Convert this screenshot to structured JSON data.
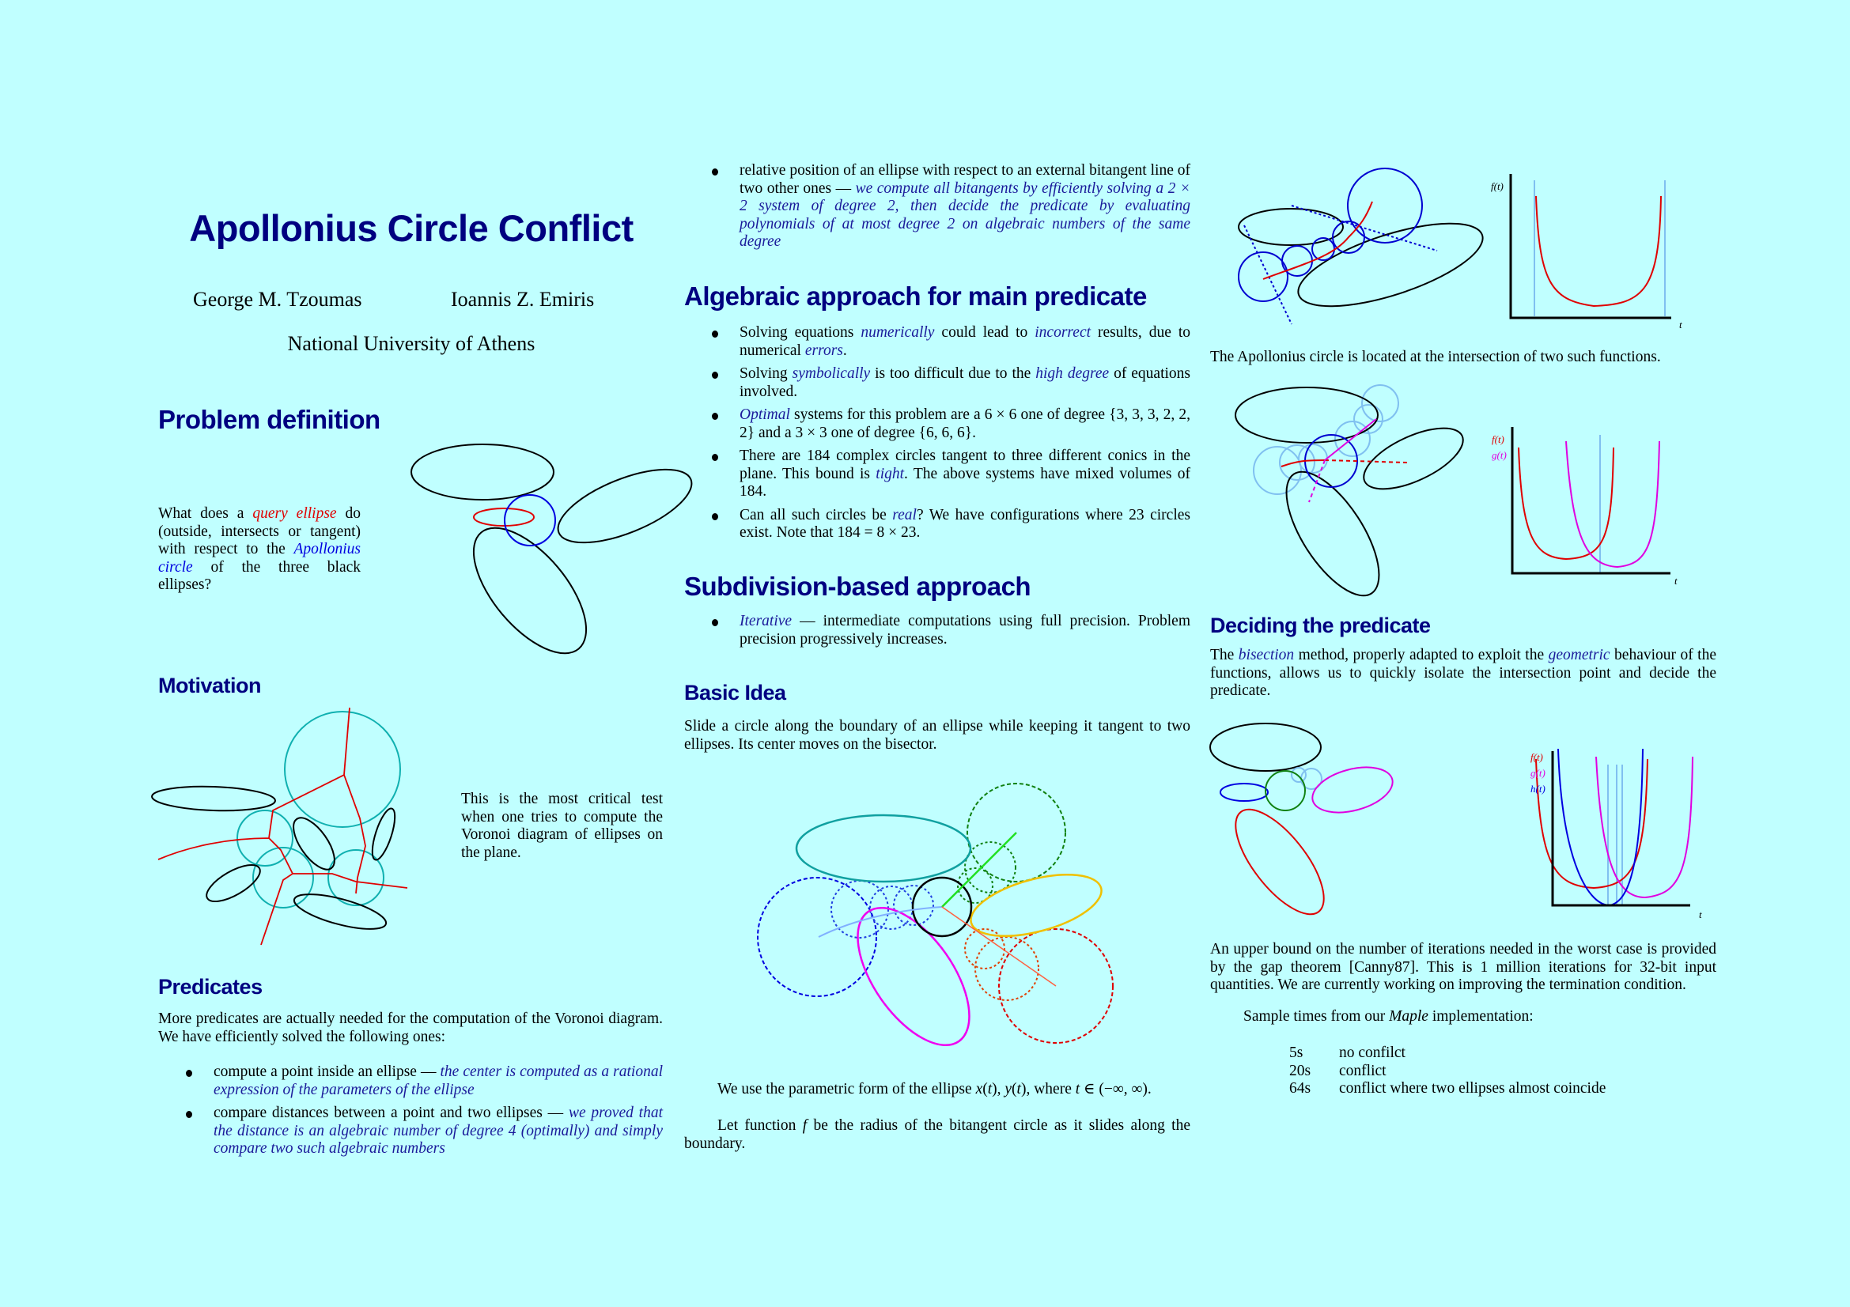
{
  "title": "Apollonius Circle Conflict",
  "authors": [
    "George M. Tzoumas",
    "Ioannis Z. Emiris"
  ],
  "affiliation": "National University of Athens",
  "colors": {
    "background": "#c0ffff",
    "heading": "#000080",
    "emphasis": "#1a1a9a",
    "red": "#e00000",
    "blue": "#0000e0"
  },
  "problem": {
    "heading": "Problem definition",
    "text": [
      [
        "n",
        "What does a "
      ],
      [
        "r",
        "query ellipse"
      ],
      [
        "n",
        " do (outside, intersects or tangent) with respect to the "
      ],
      [
        "b",
        "Apollonius circle"
      ],
      [
        "n",
        " of the three black ellipses?"
      ]
    ]
  },
  "motivation": {
    "heading": "Motivation",
    "text": [
      [
        "n",
        "This is the most critical test when one tries to compute the Voronoi diagram of ellipses on the plane."
      ]
    ]
  },
  "predicates": {
    "heading": "Predicates",
    "intro": [
      [
        "n",
        "More predicates are actually needed for the computation of the Voronoi diagram. We have efficiently solved the following ones:"
      ]
    ],
    "items": [
      [
        [
          "n",
          "compute a point inside an ellipse — "
        ],
        [
          "e",
          "the center is computed as a rational expression of the parameters of the ellipse"
        ]
      ],
      [
        [
          "n",
          "compare distances between a point and two ellipses — "
        ],
        [
          "e",
          "we proved that the distance is an algebraic number of degree 4 (optimally) and simply compare two such algebraic numbers"
        ]
      ]
    ],
    "continued": [
      [
        "n",
        "relative position of an ellipse with respect to an external bitangent line of two other ones — "
      ],
      [
        "e",
        "we compute all bitangents by efficiently solving a 2 × 2 system of degree 2, then decide the predicate by evaluating polynomials of at most degree 2 on algebraic numbers of the same degree"
      ]
    ]
  },
  "algebraic": {
    "heading": "Algebraic approach for main predicate",
    "items": [
      [
        [
          "n",
          "Solving equations "
        ],
        [
          "e",
          "numerically"
        ],
        [
          "n",
          " could lead to "
        ],
        [
          "e",
          "incorrect"
        ],
        [
          "n",
          " results, due to numerical "
        ],
        [
          "e",
          "errors"
        ],
        [
          "n",
          "."
        ]
      ],
      [
        [
          "n",
          "Solving "
        ],
        [
          "e",
          "symbolically"
        ],
        [
          "n",
          " is too difficult due to the "
        ],
        [
          "e",
          "high degree"
        ],
        [
          "n",
          " of equations involved."
        ]
      ],
      [
        [
          "e",
          "Optimal"
        ],
        [
          "n",
          " systems for this problem are a 6 × 6 one of degree {3, 3, 3, 2, 2, 2} and a 3 × 3 one of degree {6, 6, 6}."
        ]
      ],
      [
        [
          "n",
          "There are 184 complex circles tangent to three different conics in the plane. This bound is "
        ],
        [
          "e",
          "tight"
        ],
        [
          "n",
          ". The above systems have mixed volumes of 184."
        ]
      ],
      [
        [
          "n",
          "Can all such circles be "
        ],
        [
          "e",
          "real"
        ],
        [
          "n",
          "? We have configurations where 23 circles exist. Note that 184 = 8 × 23."
        ]
      ]
    ]
  },
  "subdivision": {
    "heading": "Subdivision-based approach",
    "items": [
      [
        [
          "e",
          "Iterative"
        ],
        [
          "n",
          " — intermediate computations using full precision. Problem precision progressively increases."
        ]
      ]
    ]
  },
  "basic_idea": {
    "heading": "Basic Idea",
    "text": [
      [
        "n",
        "Slide a circle along the boundary of an ellipse while keeping it tangent to two ellipses. Its center moves on the bisector."
      ]
    ],
    "param1": [
      [
        "n",
        "We use the parametric form of the ellipse "
      ],
      [
        "i",
        "x"
      ],
      [
        "n",
        "("
      ],
      [
        "i",
        "t"
      ],
      [
        "n",
        "), "
      ],
      [
        "i",
        "y"
      ],
      [
        "n",
        "("
      ],
      [
        "i",
        "t"
      ],
      [
        "n",
        "), where "
      ],
      [
        "i",
        "t"
      ],
      [
        "n",
        " ∈ (−∞, ∞)."
      ]
    ],
    "param2": [
      [
        "n",
        "Let function "
      ],
      [
        "i",
        "f"
      ],
      [
        "n",
        " be the radius of the bitangent circle as it slides along the boundary."
      ]
    ]
  },
  "plots": {
    "f": "f(t)",
    "g": "g(t)",
    "h": "h(t)",
    "t": "t"
  },
  "caption_intersection": [
    [
      "n",
      "The Apollonius circle is located at the intersection of two such functions."
    ]
  ],
  "deciding": {
    "heading": "Deciding the predicate",
    "text": [
      [
        "n",
        "The "
      ],
      [
        "e",
        "bisection"
      ],
      [
        "n",
        " method, properly adapted to exploit the "
      ],
      [
        "e",
        "geometric"
      ],
      [
        "n",
        " behaviour of the functions, allows us to quickly isolate the intersection point and decide the predicate."
      ]
    ],
    "bound": [
      [
        "n",
        "An upper bound on the number of iterations needed in the worst case is provided by the gap theorem [Canny87]. This is 1 million iterations for 32-bit input quantities. We are currently working on improving the termination condition."
      ]
    ],
    "sample": [
      [
        "n",
        "Sample times from our "
      ],
      [
        "i",
        "Maple"
      ],
      [
        "n",
        " implementation:"
      ]
    ],
    "times": [
      {
        "time": "5s",
        "case": "no confilct"
      },
      {
        "time": "20s",
        "case": "conflict"
      },
      {
        "time": "64s",
        "case": "conflict where two ellipses almost coincide"
      }
    ]
  }
}
